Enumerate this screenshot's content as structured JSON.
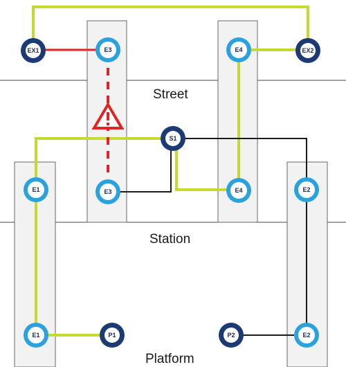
{
  "levels": {
    "street": "Street",
    "station": "Station",
    "platform": "Platform"
  },
  "nodes": {
    "ex1": "EX1",
    "ex2": "EX2",
    "e3_top": "E3",
    "e3_bottom": "E3",
    "e4_top": "E4",
    "e4_bottom": "E4",
    "e1_top": "E1",
    "e1_bottom": "E1",
    "e2_top": "E2",
    "e2_bottom": "E2",
    "s1": "S1",
    "p1": "P1",
    "p2": "P2"
  },
  "colors": {
    "accessible_route": "#c5d930",
    "inaccessible_route": "#e32323",
    "other_route": "#1a1a1a",
    "node_dark": "#1c3a73",
    "node_light": "#2ba1dd",
    "shaft_fill": "#f2f2f2",
    "shaft_stroke": "#666666",
    "floor_line": "#444444",
    "warning": "#e32323"
  },
  "icons": {
    "warning": "warning-triangle-icon"
  }
}
